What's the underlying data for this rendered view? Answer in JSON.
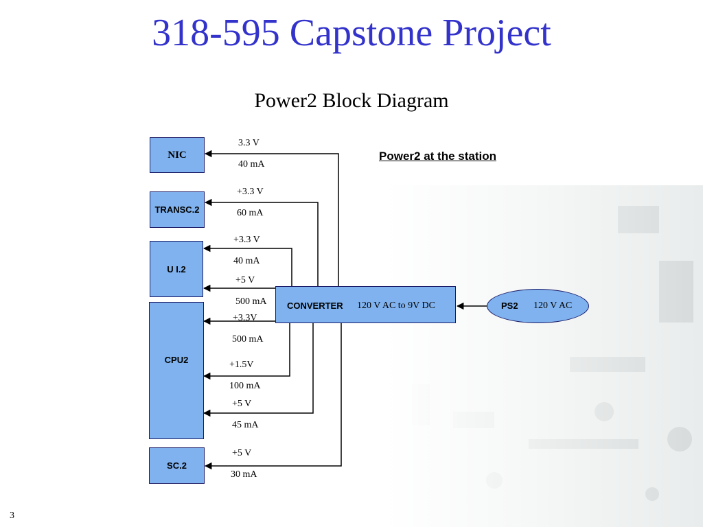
{
  "title": "318-595 Capstone Project",
  "subtitle": "Power2 Block Diagram",
  "station_label": "Power2 at the station",
  "blocks": {
    "nic": "NIC",
    "transc": "TRANSC.2",
    "ui": "U I.2",
    "cpu": "CPU2",
    "sc": "SC.2",
    "converter": "CONVERTER",
    "converter_spec": "120 V AC to 9V DC",
    "ps2": "PS2",
    "ps2_spec": "120 V AC"
  },
  "rails": {
    "nic_v": "3.3 V",
    "nic_i": "40 mA",
    "transc_v": "+3.3 V",
    "transc_i": "60 mA",
    "ui_v1": "+3.3 V",
    "ui_i1": "40 mA",
    "ui_v2": "+5 V",
    "ui_i2": "500 mA",
    "cpu_v1": "+3.3V",
    "cpu_i1": "500 mA",
    "cpu_v2": "+1.5V",
    "cpu_i2": "100 mA",
    "cpu_v3": "+5 V",
    "cpu_i3": "45 mA",
    "sc_v": "+5 V",
    "sc_i": "30 mA"
  },
  "page_number": "3",
  "colors": {
    "title": "#3333cc",
    "block_fill": "#7fb2ee",
    "block_border": "#1a1a66"
  }
}
